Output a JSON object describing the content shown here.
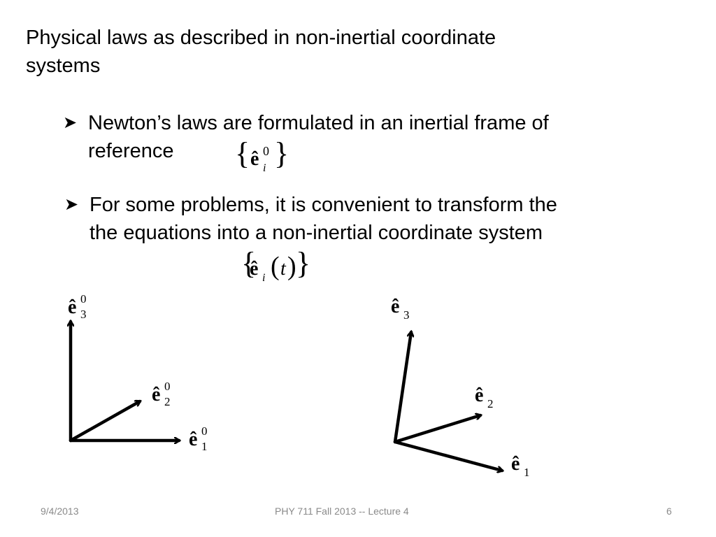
{
  "slide": {
    "title_line1": "Physical laws as described in non-inertial coordinate",
    "title_line2": "systems",
    "bullets": [
      {
        "line1": "Newton’s laws are formulated in an inertial frame of",
        "line2": "reference"
      },
      {
        "line1": "For some problems, it is convenient to transform the",
        "line2": "the equations into a non-inertial coordinate system"
      }
    ],
    "math": {
      "inertial_set": {
        "base": "ê",
        "sub": "i",
        "sup": "0"
      },
      "noninertial_set": {
        "base": "ê",
        "sub": "i",
        "arg": "t"
      }
    }
  },
  "diagrams": {
    "inertial": {
      "labels": [
        {
          "base": "ê",
          "sub": "3",
          "sup": "0"
        },
        {
          "base": "ê",
          "sub": "2",
          "sup": "0"
        },
        {
          "base": "ê",
          "sub": "1",
          "sup": "0"
        }
      ]
    },
    "noninertial": {
      "labels": [
        {
          "base": "ê",
          "sub": "3"
        },
        {
          "base": "ê",
          "sub": "2"
        },
        {
          "base": "ê",
          "sub": "1"
        }
      ]
    }
  },
  "footer": {
    "date": "9/4/2013",
    "course": "PHY 711  Fall 2013 -- Lecture 4",
    "page": "6"
  },
  "colors": {
    "text": "#000000",
    "footer": "#8a8a8a",
    "background": "#ffffff"
  },
  "icons": {
    "bullet": "arrow-bullet-icon"
  }
}
